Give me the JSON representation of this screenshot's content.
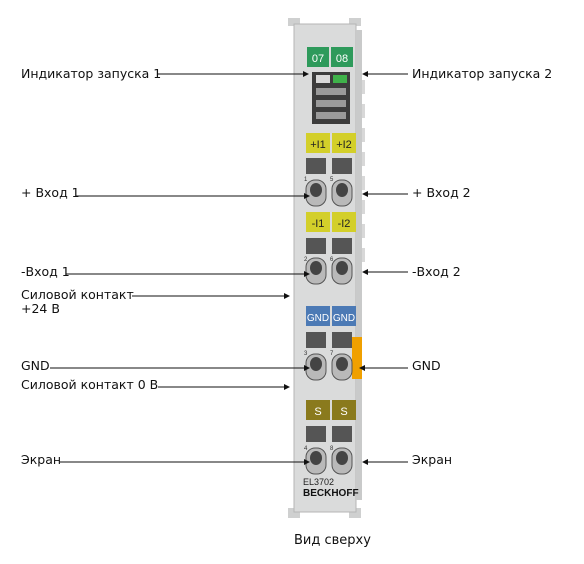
{
  "labels_left": [
    "Индикатор запуска 1",
    "+ Вход 1",
    "-Вход 1",
    "Силовой контакт",
    "+24 В",
    "GND",
    "Силовой контакт 0 В",
    "Экран"
  ],
  "labels_right": [
    "Индикатор запуска 2",
    "+ Вход 2",
    "-Вход 2",
    "GND",
    "Экран"
  ],
  "module": {
    "channel_1": "07",
    "channel_2": "08",
    "plus_in_1": "+I1",
    "plus_in_2": "+I2",
    "minus_in_1": "-I1",
    "minus_in_2": "-I2",
    "gnd_1": "GND",
    "gnd_2": "GND",
    "shield_1": "S",
    "shield_2": "S",
    "term_1": "1",
    "term_5": "5",
    "term_2": "2",
    "term_6": "6",
    "term_3": "3",
    "term_7": "7",
    "term_4": "4",
    "term_8": "8",
    "model": "EL3702",
    "brand": "BECKHOFF"
  },
  "caption": "Вид сверху",
  "colors": {
    "led_green": "#2e9a5b",
    "input_yellow": "#d3cf2a",
    "gnd_blue": "#4c7ab5",
    "shield_olive": "#8a7a1d",
    "power_orange": "#f0a000",
    "housing": "#dadbdb"
  }
}
